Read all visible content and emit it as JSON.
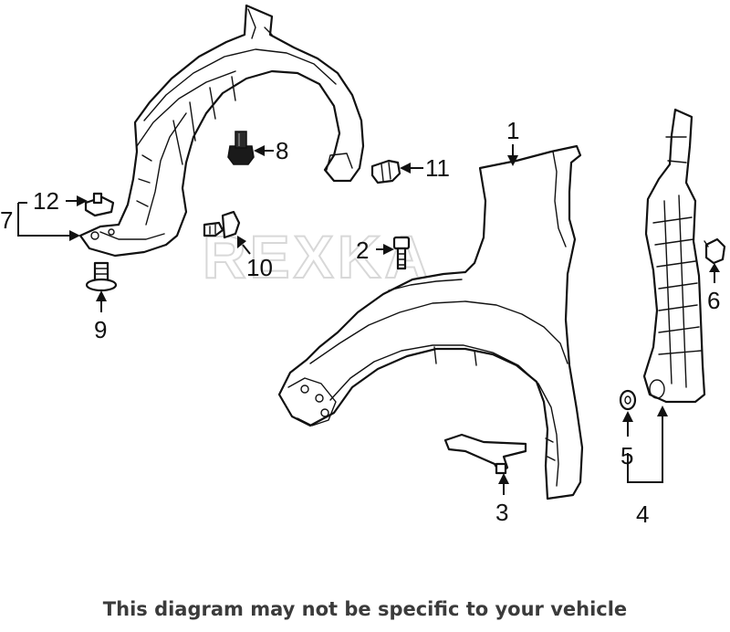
{
  "watermark": "REXKA",
  "callouts": [
    {
      "id": "1",
      "label": "1"
    },
    {
      "id": "2",
      "label": "2"
    },
    {
      "id": "3",
      "label": "3"
    },
    {
      "id": "4",
      "label": "4"
    },
    {
      "id": "5",
      "label": "5"
    },
    {
      "id": "6",
      "label": "6"
    },
    {
      "id": "7",
      "label": "7"
    },
    {
      "id": "8",
      "label": "8"
    },
    {
      "id": "9",
      "label": "9"
    },
    {
      "id": "10",
      "label": "10"
    },
    {
      "id": "11",
      "label": "11"
    },
    {
      "id": "12",
      "label": "12"
    }
  ],
  "footer": {
    "disclaimer": "This diagram may not be specific to your vehicle"
  }
}
